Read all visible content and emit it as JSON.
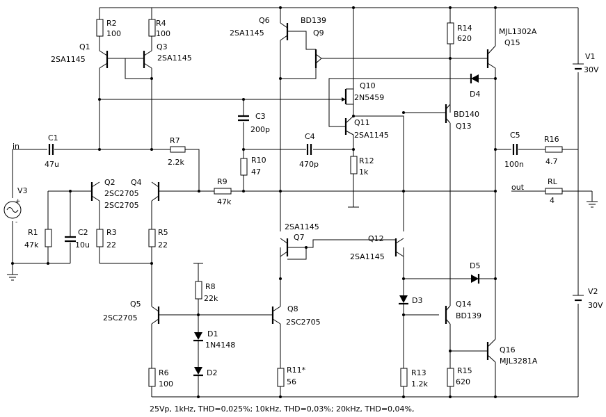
{
  "nodes": {
    "in": "in",
    "out": "out"
  },
  "components": {
    "R2": {
      "name": "R2",
      "value": "100"
    },
    "R4": {
      "name": "R4",
      "value": "100"
    },
    "Q1": {
      "name": "Q1",
      "part": "2SA1145"
    },
    "Q3": {
      "name": "Q3",
      "part": "2SA1145"
    },
    "Q6": {
      "name": "Q6",
      "part": "2SA1145"
    },
    "Q9": {
      "name": "Q9",
      "part": "BD139"
    },
    "R14": {
      "name": "R14",
      "value": "620"
    },
    "Q15": {
      "name": "Q15",
      "part": "MJL1302A"
    },
    "V1": {
      "name": "V1",
      "value": "30V"
    },
    "Q10": {
      "name": "Q10",
      "part": "2N5459"
    },
    "D4": {
      "name": "D4"
    },
    "C3": {
      "name": "C3",
      "value": "200p"
    },
    "Q11": {
      "name": "Q11",
      "part": "2SA1145"
    },
    "Q13": {
      "name": "Q13",
      "part": "BD140"
    },
    "C1": {
      "name": "C1",
      "value": "47u"
    },
    "R7": {
      "name": "R7",
      "value": "2.2k"
    },
    "C4": {
      "name": "C4",
      "value": "470p"
    },
    "R10": {
      "name": "R10",
      "value": "47"
    },
    "R12": {
      "name": "R12",
      "value": "1k"
    },
    "C5": {
      "name": "C5",
      "value": "100n"
    },
    "R16": {
      "name": "R16",
      "value": "4.7"
    },
    "V3": {
      "name": "V3"
    },
    "Q2": {
      "name": "Q2",
      "part": "2SC2705"
    },
    "Q4": {
      "name": "Q4",
      "part": "2SC2705"
    },
    "R9": {
      "name": "R9",
      "value": "47k"
    },
    "RL": {
      "name": "RL",
      "value": "4"
    },
    "R1": {
      "name": "R1",
      "value": "47k"
    },
    "C2": {
      "name": "C2",
      "value": "10u"
    },
    "R3": {
      "name": "R3",
      "value": "22"
    },
    "R5": {
      "name": "R5",
      "value": "22"
    },
    "Q7": {
      "name": "Q7",
      "part": "2SA1145"
    },
    "Q12": {
      "name": "Q12",
      "part": "2SA1145"
    },
    "D5": {
      "name": "D5"
    },
    "V2": {
      "name": "V2",
      "value": "30V"
    },
    "R8": {
      "name": "R8",
      "value": "22k"
    },
    "D3": {
      "name": "D3"
    },
    "Q14": {
      "name": "Q14",
      "part": "BD139"
    },
    "Q5": {
      "name": "Q5",
      "part": "2SC2705"
    },
    "Q8": {
      "name": "Q8",
      "part": "2SC2705"
    },
    "D1": {
      "name": "D1",
      "part": "1N4148"
    },
    "D2": {
      "name": "D2"
    },
    "Q16": {
      "name": "Q16",
      "part": "MJL3281A"
    },
    "R6": {
      "name": "R6",
      "value": "100"
    },
    "R11": {
      "name": "R11*",
      "value": "56"
    },
    "R13": {
      "name": "R13",
      "value": "1.2k"
    },
    "R15": {
      "name": "R15",
      "value": "620"
    }
  },
  "caption": "25Vp, 1kHz, THD=0,025%; 10kHz, THD=0,03%; 20kHz, THD=0,04%,"
}
